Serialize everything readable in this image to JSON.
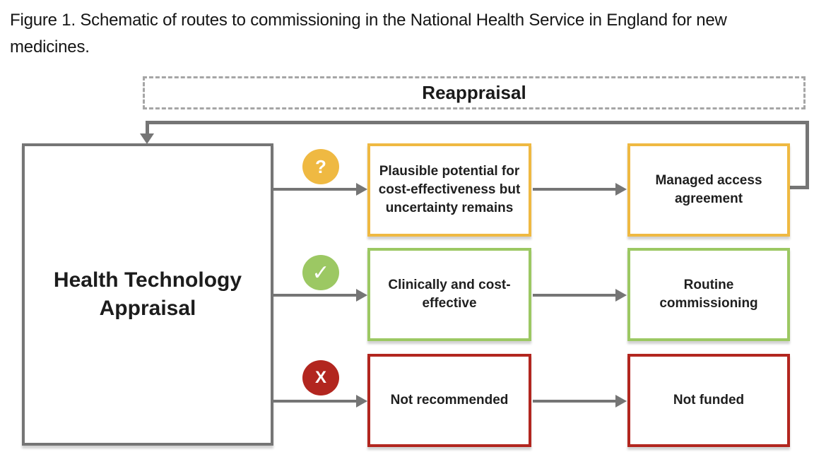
{
  "figure": {
    "title": "Figure 1. Schematic of routes to commissioning in the National Health Service in England for new medicines."
  },
  "diagram": {
    "reappraisal_label": "Reappraisal",
    "source_box_label": "Health Technology Appraisal",
    "rows": [
      {
        "outcome": "uncertain",
        "icon_glyph": "?",
        "color": "#EFB942",
        "assessment_label": "Plausible potential for cost-effectiveness but uncertainty remains",
        "commissioning_label": "Managed access agreement"
      },
      {
        "outcome": "recommended",
        "icon_glyph": "✓",
        "color": "#9CC863",
        "assessment_label": "Clinically and cost-effective",
        "commissioning_label": "Routine commissioning"
      },
      {
        "outcome": "not-recommended",
        "icon_glyph": "X",
        "color": "#B2261F",
        "assessment_label": "Not recommended",
        "commissioning_label": "Not funded"
      }
    ],
    "colors": {
      "amber": "#EFB942",
      "green": "#9CC863",
      "red": "#B2261F",
      "connector_gray": "#757575",
      "dashed_gray": "#A6A6A6"
    }
  }
}
